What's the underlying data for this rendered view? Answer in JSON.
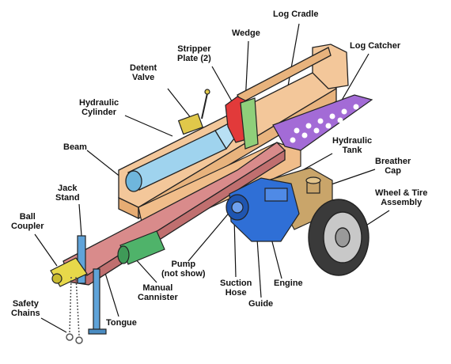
{
  "labels": {
    "log_cradle": "Log Cradle",
    "wedge": "Wedge",
    "stripper_plate_1": "Stripper",
    "stripper_plate_2": "Plate (2)",
    "log_catcher": "Log Catcher",
    "detent_valve_1": "Detent",
    "detent_valve_2": "Valve",
    "hydraulic_cylinder_1": "Hydraulic",
    "hydraulic_cylinder_2": "Cylinder",
    "beam": "Beam",
    "hydraulic_tank_1": "Hydraulic",
    "hydraulic_tank_2": "Tank",
    "breather_cap_1": "Breather",
    "breather_cap_2": "Cap",
    "jack_stand_1": "Jack",
    "jack_stand_2": "Stand",
    "wheel_tire_1": "Wheel & Tire",
    "wheel_tire_2": "Assembly",
    "ball_coupler_1": "Ball",
    "ball_coupler_2": "Coupler",
    "pump_1": "Pump",
    "pump_2": "(not show)",
    "manual_cannister_1": "Manual",
    "manual_cannister_2": "Cannister",
    "suction_hose_1": "Suction",
    "suction_hose_2": "Hose",
    "engine": "Engine",
    "safety_chains_1": "Safety",
    "safety_chains_2": "Chains",
    "guide": "Guide",
    "tongue": "Tongue"
  },
  "colors": {
    "beam": "#f3c79a",
    "cylinder": "#9fd3ee",
    "wedge": "#e23a3a",
    "stripper": "#8fcf7a",
    "catcher": "#a36bd6",
    "tongue": "#d98b8b",
    "engine": "#2f6fd6",
    "tank": "#c9a56a",
    "cannister": "#4fb36a",
    "coupler": "#e7d84a",
    "jack": "#5fa3d9",
    "valve": "#e0c84a",
    "wheel": "#9a9a9a"
  }
}
